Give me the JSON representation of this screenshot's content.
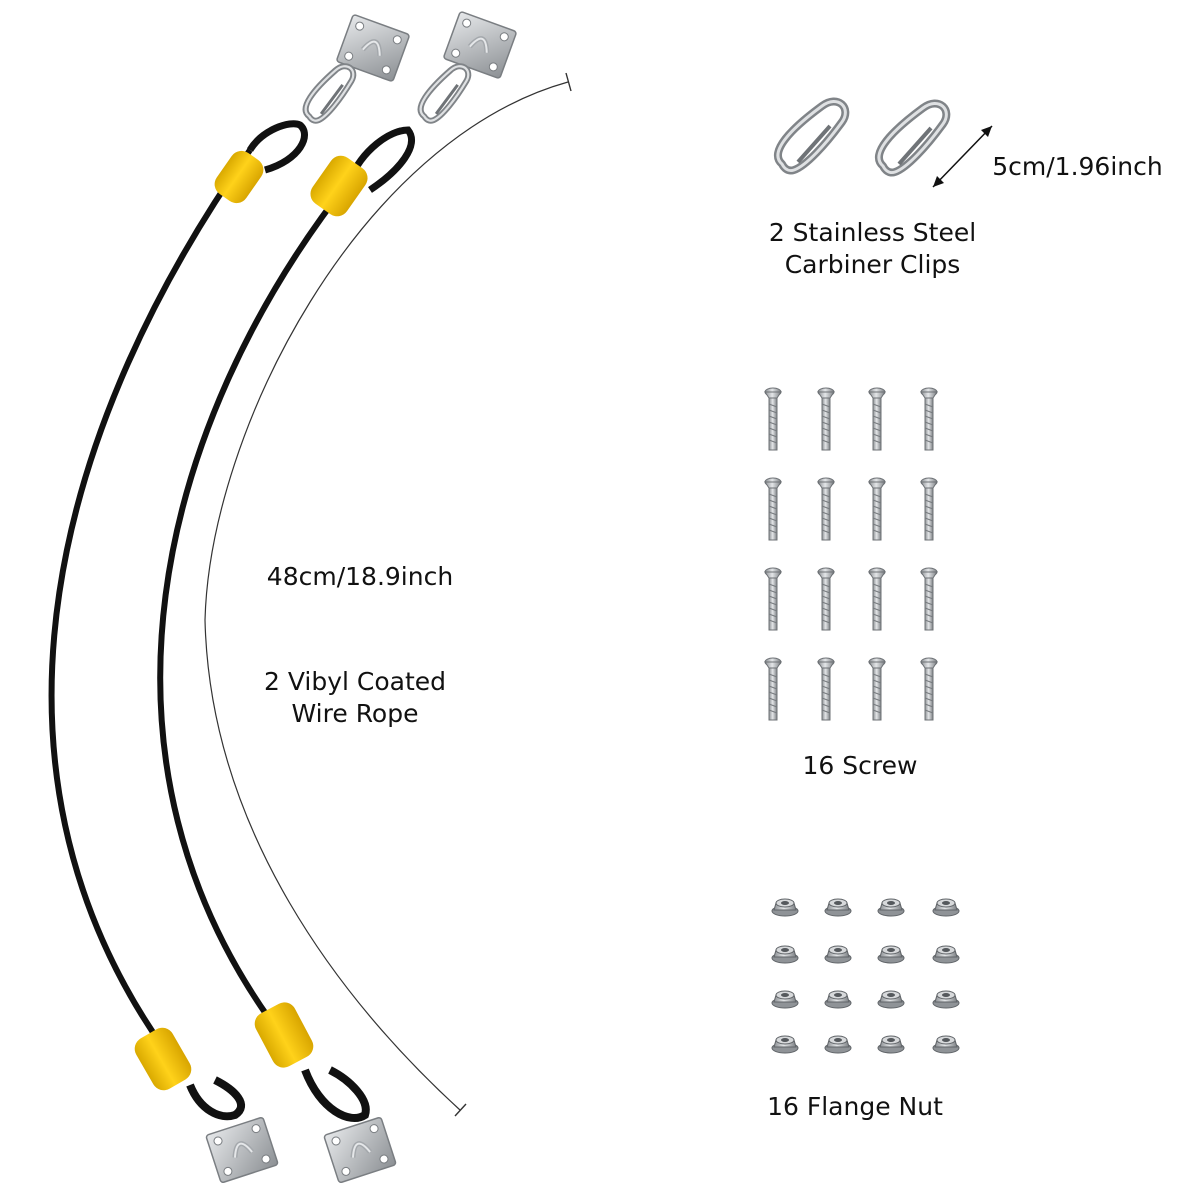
{
  "wire_rope": {
    "length_label": "48cm/18.9inch",
    "caption_line1": "2 Vibyl Coated",
    "caption_line2": "Wire Rope"
  },
  "carabiner": {
    "size_label": "5cm/1.96inch",
    "caption_line1": "2 Stainless Steel",
    "caption_line2": "Carbiner Clips"
  },
  "screws": {
    "caption": "16 Screw"
  },
  "nuts": {
    "caption": "16 Flange Nut"
  },
  "colors": {
    "cable": "#111111",
    "sleeve": "#f2c400",
    "steel": "#bfc2c5",
    "steel_dark": "#7f8387",
    "dimension_line": "#333333"
  },
  "icons": [
    "wire-rope-icon",
    "mounting-plate-icon",
    "carabiner-icon",
    "screw-icon",
    "flange-nut-icon"
  ]
}
